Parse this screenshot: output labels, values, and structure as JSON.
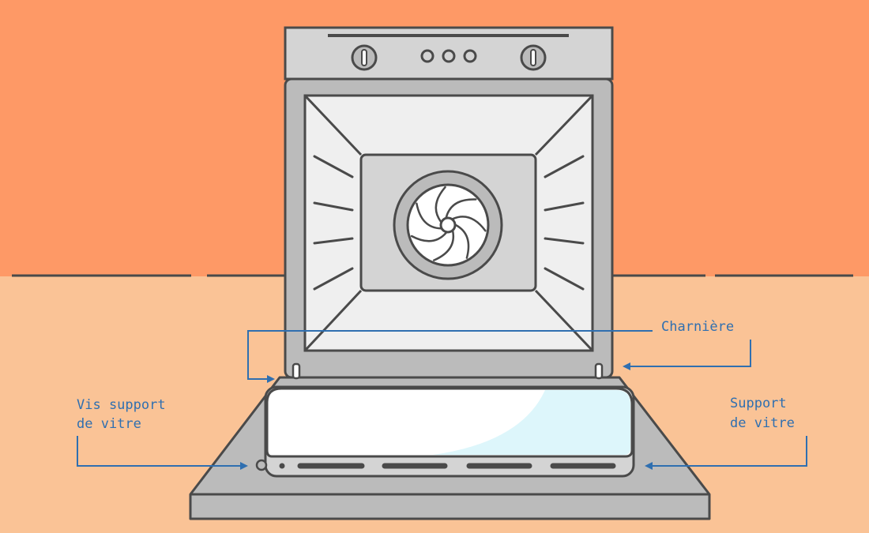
{
  "scene": {
    "subject": "oven-open-door",
    "colors": {
      "wall": "#fe9966",
      "floor": "#fac396",
      "outline": "#4a4a4a",
      "steel_dark": "#bbbbbb",
      "steel_mid": "#d4d4d4",
      "cavity": "#efefef",
      "glass": "#ddf6fb",
      "annotation": "#2f6fb0"
    }
  },
  "labels": {
    "hinge": "Charnière",
    "glass_screw_line1": "Vis support",
    "glass_screw_line2": "de vitre",
    "glass_support_line1": "Support",
    "glass_support_line2": "de vitre"
  }
}
